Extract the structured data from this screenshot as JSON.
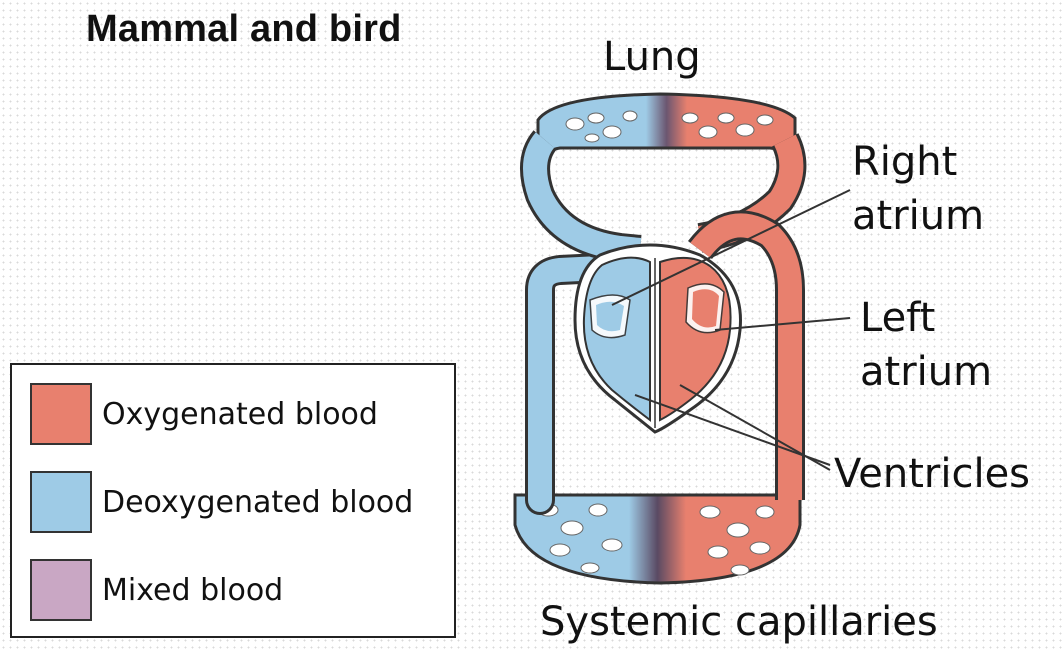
{
  "title": "Mammal and bird",
  "labels": {
    "lung": "Lung",
    "right_atrium_line1": "Right",
    "right_atrium_line2": "atrium",
    "left_atrium_line1": "Left",
    "left_atrium_line2": "atrium",
    "ventricles": "Ventricles",
    "systemic_capillaries": "Systemic capillaries"
  },
  "legend": [
    {
      "label": "Oxygenated blood",
      "color": "#e8806e"
    },
    {
      "label": "Deoxygenated blood",
      "color": "#9ecbe6"
    },
    {
      "label": "Mixed blood",
      "color": "#c9a7c4"
    }
  ],
  "colors": {
    "oxygenated": "#e8806e",
    "deoxygenated": "#9ecbe6",
    "mixed": "#c9a7c4",
    "outline": "#333333"
  }
}
